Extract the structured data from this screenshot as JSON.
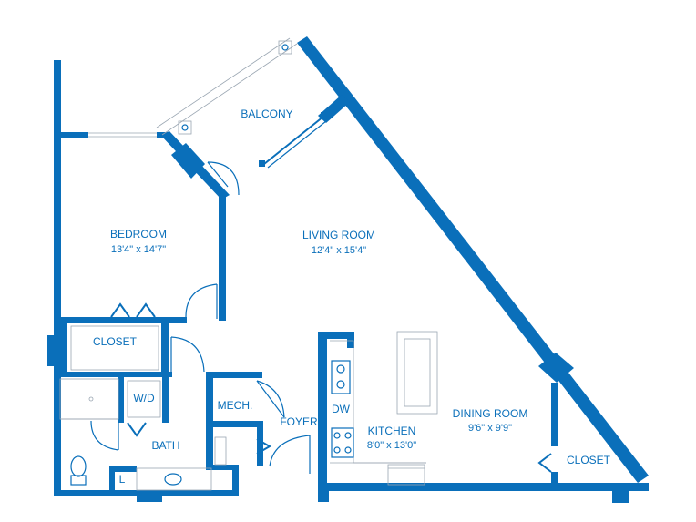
{
  "colors": {
    "wall": "#0a6fba",
    "background": "#ffffff",
    "detail": "#9aa6b2"
  },
  "rooms": {
    "balcony": {
      "name": "BALCONY"
    },
    "bedroom": {
      "name": "BEDROOM",
      "size": "13'4\" x 14'7\""
    },
    "living": {
      "name": "LIVING ROOM",
      "size": "12'4\" x 15'4\""
    },
    "closet_bedroom": {
      "name": "CLOSET"
    },
    "wd": {
      "name": "W/D"
    },
    "mech": {
      "name": "MECH."
    },
    "foyer": {
      "name": "FOYER"
    },
    "dw": {
      "name": "DW"
    },
    "kitchen": {
      "name": "KITCHEN",
      "size": "8'0\" x 13'0\""
    },
    "dining": {
      "name": "DINING ROOM",
      "size": "9'6\" x 9'9\""
    },
    "closet_dining": {
      "name": "CLOSET"
    },
    "bath": {
      "name": "BATH"
    },
    "linen": {
      "name": "L"
    }
  }
}
